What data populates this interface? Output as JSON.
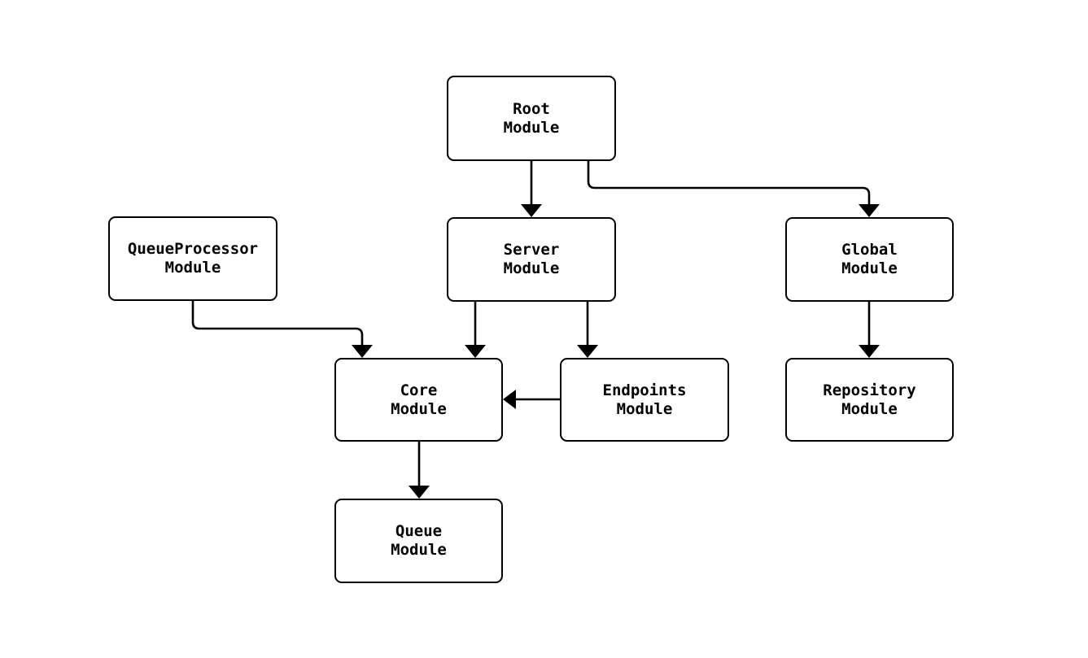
{
  "diagram": {
    "type": "flowchart",
    "background": "#ffffff",
    "node_style": {
      "fill": "#ffffff",
      "border": "#000000",
      "text": "#000000"
    },
    "edge_color": "#000000",
    "nodes": [
      {
        "id": "root",
        "label": "Root\nModule"
      },
      {
        "id": "queueprocessor",
        "label": "QueueProcessor\nModule"
      },
      {
        "id": "server",
        "label": "Server\nModule"
      },
      {
        "id": "global",
        "label": "Global\nModule"
      },
      {
        "id": "core",
        "label": "Core\nModule"
      },
      {
        "id": "endpoints",
        "label": "Endpoints\nModule"
      },
      {
        "id": "repository",
        "label": "Repository\nModule"
      },
      {
        "id": "queue",
        "label": "Queue\nModule"
      }
    ],
    "edges": [
      {
        "from": "root",
        "to": "server"
      },
      {
        "from": "root",
        "to": "global"
      },
      {
        "from": "queueprocessor",
        "to": "core"
      },
      {
        "from": "server",
        "to": "core"
      },
      {
        "from": "server",
        "to": "endpoints"
      },
      {
        "from": "endpoints",
        "to": "core"
      },
      {
        "from": "core",
        "to": "queue"
      },
      {
        "from": "global",
        "to": "repository"
      }
    ]
  }
}
